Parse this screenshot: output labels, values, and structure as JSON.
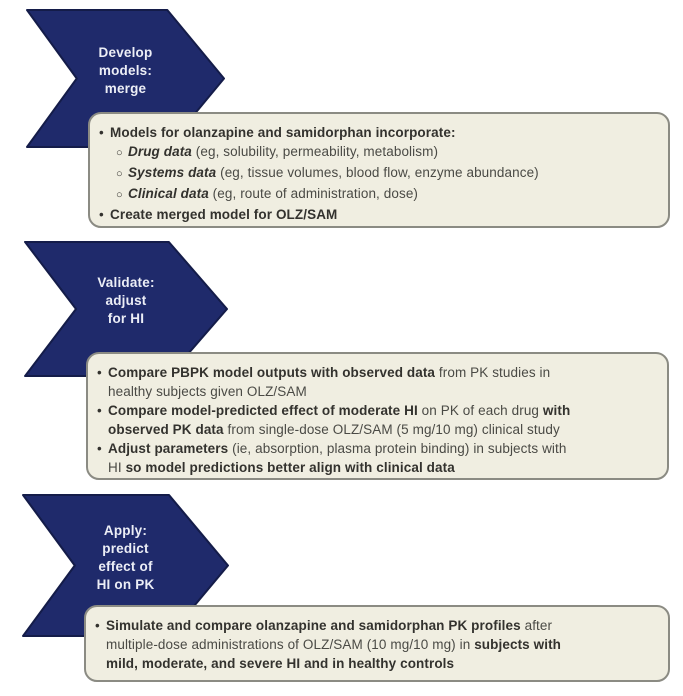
{
  "colors": {
    "navy": "#1f2a6b",
    "navy_border": "#141c49",
    "arrow_text": "#ecEEf6",
    "box_bg": "#f0eee1",
    "box_border": "#8b8b83",
    "text": "#4a4a45",
    "text_bold": "#33322e"
  },
  "steps": [
    {
      "id": "develop-models-merge",
      "arrow_lines": [
        "Develop",
        "models:",
        "merge"
      ],
      "bullets": [
        {
          "level": 1,
          "marker": "•",
          "lines": [
            [
              {
                "t": "Models for olanzapine and samidorphan incorporate:",
                "b": true
              }
            ]
          ]
        },
        {
          "level": 2,
          "marker": "○",
          "lines": [
            [
              {
                "t": "Drug data",
                "b": true,
                "i": true
              },
              {
                "t": " (eg, solubility, permeability, metabolism)"
              }
            ]
          ]
        },
        {
          "level": 2,
          "marker": "○",
          "lines": [
            [
              {
                "t": "Systems data",
                "b": true,
                "i": true
              },
              {
                "t": " (eg, tissue volumes, blood flow, enzyme abundance)"
              }
            ]
          ]
        },
        {
          "level": 2,
          "marker": "○",
          "lines": [
            [
              {
                "t": "Clinical data",
                "b": true,
                "i": true
              },
              {
                "t": " (eg, route of administration, dose)"
              }
            ]
          ]
        },
        {
          "level": 1,
          "marker": "•",
          "lines": [
            [
              {
                "t": "Create merged model for OLZ/SAM",
                "b": true
              }
            ]
          ]
        }
      ]
    },
    {
      "id": "validate-adjust-for-hi",
      "arrow_lines": [
        "Validate:",
        "adjust",
        "for HI"
      ],
      "bullets": [
        {
          "level": 1,
          "marker": "•",
          "lines": [
            [
              {
                "t": "Compare PBPK model outputs with observed data",
                "b": true
              },
              {
                "t": " from PK studies in"
              }
            ],
            [
              {
                "t": "healthy subjects given OLZ/SAM"
              }
            ]
          ]
        },
        {
          "level": 1,
          "marker": "•",
          "lines": [
            [
              {
                "t": "Compare model-predicted effect of moderate HI",
                "b": true
              },
              {
                "t": " on PK of each drug "
              },
              {
                "t": "with",
                "b": true
              }
            ],
            [
              {
                "t": "observed PK data",
                "b": true
              },
              {
                "t": " from single-dose OLZ/SAM (5 mg/10 mg) clinical study"
              }
            ]
          ]
        },
        {
          "level": 1,
          "marker": "•",
          "lines": [
            [
              {
                "t": "Adjust parameters",
                "b": true
              },
              {
                "t": " (ie, absorption, plasma protein binding) in subjects with"
              }
            ],
            [
              {
                "t": "HI "
              },
              {
                "t": "so model predictions better align with clinical data",
                "b": true
              }
            ]
          ]
        }
      ]
    },
    {
      "id": "apply-predict-effect-of-hi-on-pk",
      "arrow_lines": [
        "Apply:",
        "predict",
        "effect of",
        "HI on PK"
      ],
      "bullets": [
        {
          "level": 1,
          "marker": "•",
          "lines": [
            [
              {
                "t": "Simulate and compare olanzapine and samidorphan PK profiles",
                "b": true
              },
              {
                "t": " after"
              }
            ],
            [
              {
                "t": "multiple-dose administrations of OLZ/SAM (10 mg/10 mg) in "
              },
              {
                "t": "subjects with",
                "b": true
              }
            ],
            [
              {
                "t": "mild, moderate, and severe HI and in healthy controls",
                "b": true
              }
            ]
          ]
        }
      ]
    }
  ]
}
